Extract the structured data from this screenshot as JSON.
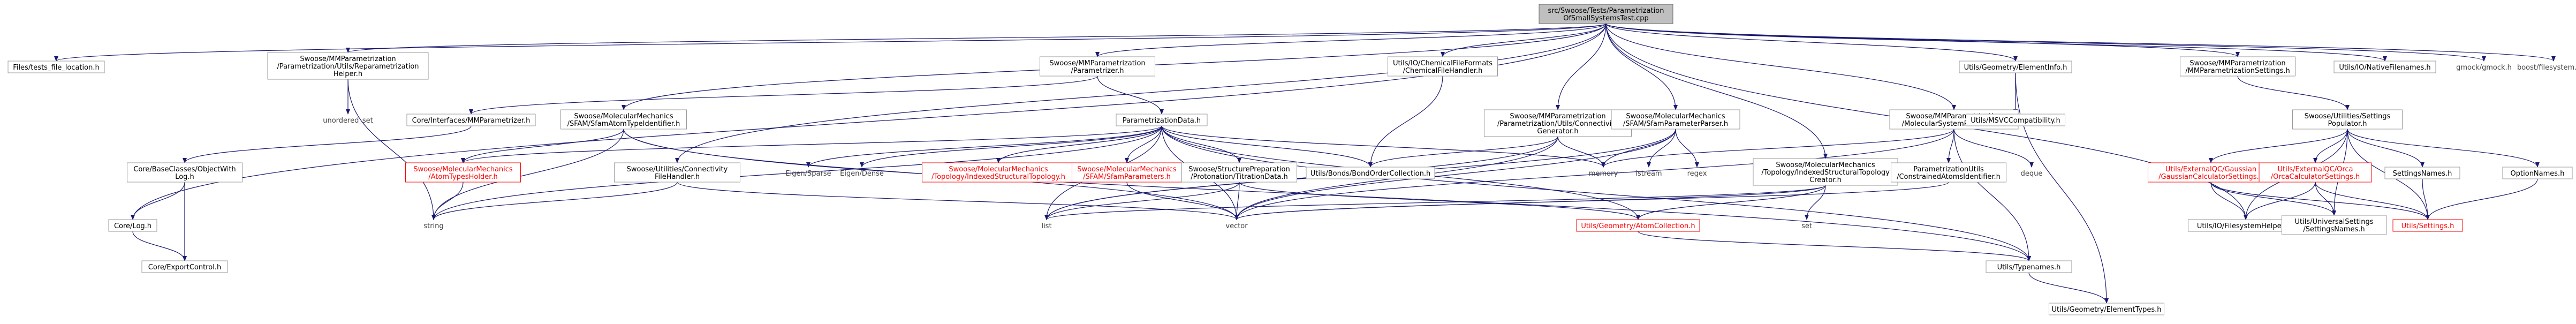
{
  "colors": {
    "edge": "#191970",
    "root_fill": "#bfbfbf",
    "box_border": "#999999",
    "broken_link": "#ff0000"
  },
  "nodes": [
    {
      "id": "root",
      "lines": [
        "src/Swoose/Tests/Parametrization",
        "OfSmallSystemsTest.cpp"
      ],
      "style": "root"
    },
    {
      "id": "files",
      "lines": [
        "Files/tests_file_location.h"
      ],
      "style": "box"
    },
    {
      "id": "reparamhelper",
      "lines": [
        "Swoose/MMParametrization",
        "/Parametrization/Utils/Reparametrization",
        "Helper.h"
      ],
      "style": "box"
    },
    {
      "id": "parametrizer",
      "lines": [
        "Swoose/MMParametrization",
        "/Parametrizer.h"
      ],
      "style": "box"
    },
    {
      "id": "chemfileh",
      "lines": [
        "Utils/IO/ChemicalFileFormats",
        "/ChemicalFileHandler.h"
      ],
      "style": "box"
    },
    {
      "id": "elementinfo",
      "lines": [
        "Utils/Geometry/ElementInfo.h"
      ],
      "style": "box"
    },
    {
      "id": "mmsettings",
      "lines": [
        "Swoose/MMParametrization",
        "/MMParametrizationSettings.h"
      ],
      "style": "box"
    },
    {
      "id": "nativefn",
      "lines": [
        "Utils/IO/NativeFilenames.h"
      ],
      "style": "box"
    },
    {
      "id": "gmock",
      "lines": [
        "gmock/gmock.h"
      ],
      "style": "plain"
    },
    {
      "id": "boostfs",
      "lines": [
        "boost/filesystem.hpp"
      ],
      "style": "plain"
    },
    {
      "id": "unordered",
      "lines": [
        "unordered_set"
      ],
      "style": "plain"
    },
    {
      "id": "mminterface",
      "lines": [
        "Core/Interfaces/MMParametrizer.h"
      ],
      "style": "box"
    },
    {
      "id": "atomtypeid",
      "lines": [
        "Swoose/MolecularMechanics",
        "/SFAM/SfamAtomTypeIdentifier.h"
      ],
      "style": "box"
    },
    {
      "id": "paramdata",
      "lines": [
        "ParametrizationData.h"
      ],
      "style": "box"
    },
    {
      "id": "connectgen",
      "lines": [
        "Swoose/MMParametrization",
        "/Parametrization/Utils/Connectivity",
        "Generator.h"
      ],
      "style": "box"
    },
    {
      "id": "paramparser",
      "lines": [
        "Swoose/MolecularMechanics",
        "/SFAM/SfamParameterParser.h"
      ],
      "style": "box"
    },
    {
      "id": "syspartitioner",
      "lines": [
        "Swoose/MMParametrization",
        "/MolecularSystemPartitioner.h"
      ],
      "style": "box"
    },
    {
      "id": "msvc",
      "lines": [
        "Utils/MSVCCompatibility.h"
      ],
      "style": "box"
    },
    {
      "id": "settingspop",
      "lines": [
        "Swoose/Utilities/Settings",
        "Populator.h"
      ],
      "style": "box"
    },
    {
      "id": "objlog",
      "lines": [
        "Core/BaseClasses/ObjectWith",
        "Log.h"
      ],
      "style": "box"
    },
    {
      "id": "atomtypesholder",
      "lines": [
        "Swoose/MolecularMechanics",
        "/AtomTypesHolder.h"
      ],
      "style": "red"
    },
    {
      "id": "connfilehandler",
      "lines": [
        "Swoose/Utilities/Connectivity",
        "FileHandler.h"
      ],
      "style": "box"
    },
    {
      "id": "eigensparse",
      "lines": [
        "Eigen/Sparse"
      ],
      "style": "plain"
    },
    {
      "id": "eigendense",
      "lines": [
        "Eigen/Dense"
      ],
      "style": "plain"
    },
    {
      "id": "indexedtopo",
      "lines": [
        "Swoose/MolecularMechanics",
        "/Topology/IndexedStructuralTopology.h"
      ],
      "style": "red"
    },
    {
      "id": "sfamatomparams",
      "lines": [
        "Swoose/MolecularMechanics",
        "/SFAM/SfamParameters.h"
      ],
      "style": "red"
    },
    {
      "id": "titrationdata",
      "lines": [
        "Swoose/StructurePreparation",
        "/Protonation/TitrationData.h"
      ],
      "style": "box"
    },
    {
      "id": "bondorder",
      "lines": [
        "Utils/Bonds/BondOrderCollection.h"
      ],
      "style": "box"
    },
    {
      "id": "memory",
      "lines": [
        "memory"
      ],
      "style": "plain"
    },
    {
      "id": "istream",
      "lines": [
        "istream"
      ],
      "style": "plain"
    },
    {
      "id": "regex",
      "lines": [
        "regex"
      ],
      "style": "plain"
    },
    {
      "id": "topocreator",
      "lines": [
        "Swoose/MolecularMechanics",
        "/Topology/IndexedStructuralTopology",
        "Creator.h"
      ],
      "style": "box"
    },
    {
      "id": "constrained",
      "lines": [
        "ParametrizationUtils",
        "/ConstrainedAtomsIdentifier.h"
      ],
      "style": "box"
    },
    {
      "id": "deque",
      "lines": [
        "deque"
      ],
      "style": "plain"
    },
    {
      "id": "gaussiancalc",
      "lines": [
        "Utils/ExternalQC/Gaussian",
        "/GaussianCalculatorSettings.h"
      ],
      "style": "red"
    },
    {
      "id": "orcacalc",
      "lines": [
        "Utils/ExternalQC/Orca",
        "/OrcaCalculatorSettings.h"
      ],
      "style": "red"
    },
    {
      "id": "settingsnames",
      "lines": [
        "SettingsNames.h"
      ],
      "style": "box"
    },
    {
      "id": "optionnames",
      "lines": [
        "OptionNames.h"
      ],
      "style": "box"
    },
    {
      "id": "corelog",
      "lines": [
        "Core/Log.h"
      ],
      "style": "box"
    },
    {
      "id": "string",
      "lines": [
        "string"
      ],
      "style": "plain"
    },
    {
      "id": "list",
      "lines": [
        "list"
      ],
      "style": "plain"
    },
    {
      "id": "vector",
      "lines": [
        "vector"
      ],
      "style": "plain"
    },
    {
      "id": "atomcollection",
      "lines": [
        "Utils/Geometry/AtomCollection.h"
      ],
      "style": "red"
    },
    {
      "id": "set",
      "lines": [
        "set"
      ],
      "style": "plain"
    },
    {
      "id": "fshelpers",
      "lines": [
        "Utils/IO/FilesystemHelpers.h"
      ],
      "style": "box"
    },
    {
      "id": "universal",
      "lines": [
        "Utils/UniversalSettings",
        "/SettingsNames.h"
      ],
      "style": "box"
    },
    {
      "id": "utilssettings",
      "lines": [
        "Utils/Settings.h"
      ],
      "style": "red"
    },
    {
      "id": "coreexport",
      "lines": [
        "Core/ExportControl.h"
      ],
      "style": "box"
    },
    {
      "id": "typenames",
      "lines": [
        "Utils/Typenames.h"
      ],
      "style": "box"
    },
    {
      "id": "elementtypes",
      "lines": [
        "Utils/Geometry/ElementTypes.h"
      ],
      "style": "box"
    }
  ],
  "edges": [
    [
      "root",
      "files"
    ],
    [
      "root",
      "reparamhelper"
    ],
    [
      "root",
      "parametrizer"
    ],
    [
      "root",
      "chemfileh"
    ],
    [
      "root",
      "elementinfo"
    ],
    [
      "root",
      "mmsettings"
    ],
    [
      "root",
      "nativefn"
    ],
    [
      "root",
      "gmock"
    ],
    [
      "root",
      "boostfs"
    ],
    [
      "root",
      "atomtypeid"
    ],
    [
      "root",
      "connectgen"
    ],
    [
      "root",
      "paramparser"
    ],
    [
      "root",
      "syspartitioner"
    ],
    [
      "root",
      "connfilehandler"
    ],
    [
      "root",
      "topocreator"
    ],
    [
      "root",
      "corelog"
    ],
    [
      "root",
      "fshelpers"
    ],
    [
      "reparamhelper",
      "unordered"
    ],
    [
      "reparamhelper",
      "string"
    ],
    [
      "parametrizer",
      "mminterface"
    ],
    [
      "parametrizer",
      "paramdata"
    ],
    [
      "mminterface",
      "objlog"
    ],
    [
      "objlog",
      "corelog"
    ],
    [
      "objlog",
      "coreexport"
    ],
    [
      "corelog",
      "coreexport"
    ],
    [
      "atomtypeid",
      "atomtypesholder"
    ],
    [
      "atomtypeid",
      "string"
    ],
    [
      "atomtypeid",
      "typenames"
    ],
    [
      "atomtypeid",
      "vector"
    ],
    [
      "atomtypesholder",
      "string"
    ],
    [
      "paramdata",
      "atomtypesholder"
    ],
    [
      "paramdata",
      "eigensparse"
    ],
    [
      "paramdata",
      "eigendense"
    ],
    [
      "paramdata",
      "indexedtopo"
    ],
    [
      "paramdata",
      "sfamatomparams"
    ],
    [
      "paramdata",
      "titrationdata"
    ],
    [
      "paramdata",
      "bondorder"
    ],
    [
      "paramdata",
      "atomcollection"
    ],
    [
      "paramdata",
      "memory"
    ],
    [
      "paramdata",
      "string"
    ],
    [
      "paramdata",
      "list"
    ],
    [
      "paramdata",
      "vector"
    ],
    [
      "paramdata",
      "typenames"
    ],
    [
      "sfamatomparams",
      "vector"
    ],
    [
      "titrationdata",
      "atomcollection"
    ],
    [
      "titrationdata",
      "list"
    ],
    [
      "titrationdata",
      "vector"
    ],
    [
      "connectgen",
      "memory"
    ],
    [
      "connectgen",
      "list"
    ],
    [
      "connectgen",
      "vector"
    ],
    [
      "connectgen",
      "bondorder"
    ],
    [
      "chemfileh",
      "bondorder"
    ],
    [
      "paramparser",
      "memory"
    ],
    [
      "paramparser",
      "istream"
    ],
    [
      "paramparser",
      "regex"
    ],
    [
      "paramparser",
      "vector"
    ],
    [
      "paramparser",
      "list"
    ],
    [
      "syspartitioner",
      "constrained"
    ],
    [
      "syspartitioner",
      "deque"
    ],
    [
      "syspartitioner",
      "memory"
    ],
    [
      "syspartitioner",
      "vector"
    ],
    [
      "syspartitioner",
      "typenames"
    ],
    [
      "constrained",
      "vector"
    ],
    [
      "topocreator",
      "atomcollection"
    ],
    [
      "topocreator",
      "set"
    ],
    [
      "topocreator",
      "vector"
    ],
    [
      "topocreator",
      "list"
    ],
    [
      "connfilehandler",
      "string"
    ],
    [
      "connfilehandler",
      "vector"
    ],
    [
      "atomcollection",
      "typenames"
    ],
    [
      "elementinfo",
      "msvc"
    ],
    [
      "elementinfo",
      "elementtypes"
    ],
    [
      "typenames",
      "elementtypes"
    ],
    [
      "mmsettings",
      "settingspop"
    ],
    [
      "settingspop",
      "gaussiancalc"
    ],
    [
      "settingspop",
      "orcacalc"
    ],
    [
      "settingspop",
      "settingsnames"
    ],
    [
      "settingspop",
      "optionnames"
    ],
    [
      "settingspop",
      "fshelpers"
    ],
    [
      "settingspop",
      "universal"
    ],
    [
      "settingspop",
      "utilssettings"
    ],
    [
      "gaussiancalc",
      "fshelpers"
    ],
    [
      "gaussiancalc",
      "universal"
    ],
    [
      "gaussiancalc",
      "utilssettings"
    ],
    [
      "orcacalc",
      "fshelpers"
    ],
    [
      "orcacalc",
      "universal"
    ],
    [
      "orcacalc",
      "utilssettings"
    ],
    [
      "settingsnames",
      "utilssettings"
    ],
    [
      "optionnames",
      "utilssettings"
    ]
  ]
}
